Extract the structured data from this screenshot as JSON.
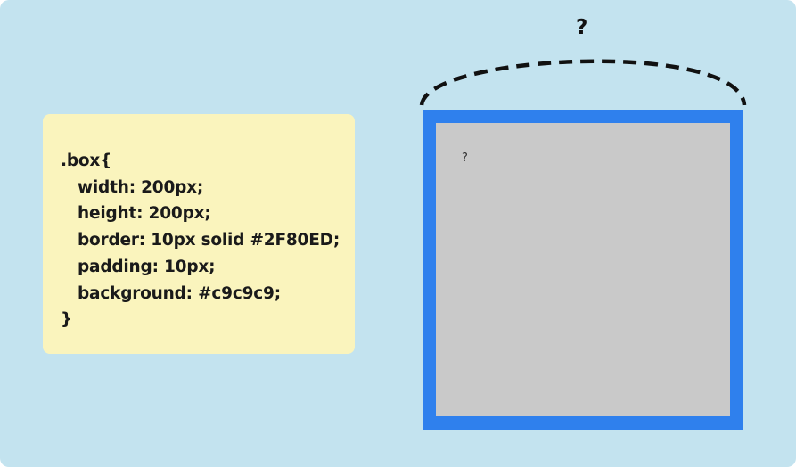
{
  "colors": {
    "background": "#c3e3ef",
    "code_card_background": "#faf4bd",
    "box_border": "#2F80ED",
    "box_background": "#c9c9c9",
    "arc_stroke": "#111111"
  },
  "code": {
    "lines": [
      ".box{",
      "width: 200px;",
      "height: 200px;",
      "border: 10px solid #2F80ED;",
      "padding: 10px;",
      "background: #c9c9c9;",
      "}"
    ]
  },
  "box": {
    "content_label": "?"
  },
  "width_annotation": {
    "label": "?"
  }
}
